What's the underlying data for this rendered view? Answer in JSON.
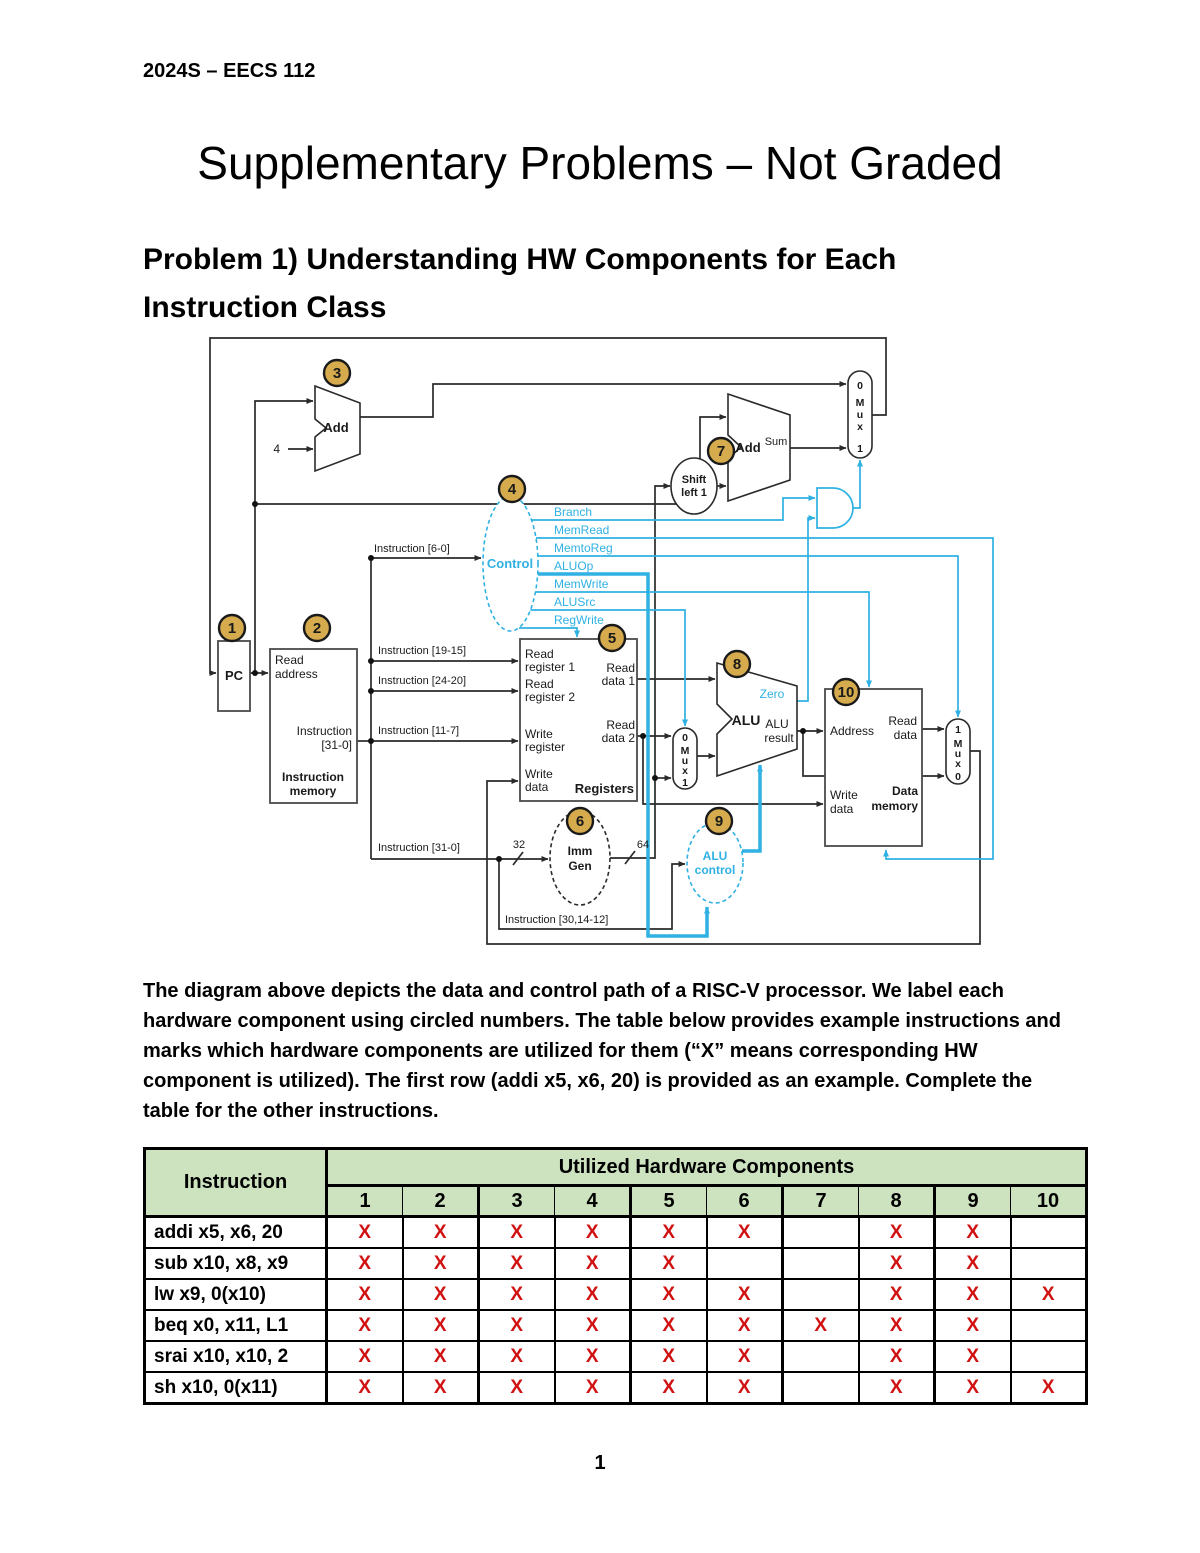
{
  "header": "2024S – EECS 112",
  "title": "Supplementary Problems – Not Graded",
  "heading": {
    "line1": "Problem 1) Understanding HW Components for Each",
    "line2": "Instruction Class"
  },
  "paragraph": "The diagram above depicts the data and control path of a RISC-V processor. We label each hardware component using circled numbers. The table below provides example instructions and marks which hardware components are utilized for them (“X” means corresponding HW component is utilized). The first row (addi x5, x6, 20) is provided as an example. Complete the table for the other instructions.",
  "page_number": "1",
  "colors": {
    "control_blue": "#2fb1e3",
    "badge_gold": "#d5ab4e",
    "x_red": "#d01212",
    "table_header_green": "#cde3c0"
  },
  "diagram": {
    "badges": [
      "1",
      "2",
      "3",
      "4",
      "5",
      "6",
      "7",
      "8",
      "9",
      "10"
    ],
    "pc": "PC",
    "four": "4",
    "imem": {
      "l1": "Read",
      "l2": "address",
      "l3": "Instruction",
      "l4": "[31-0]",
      "l5": "Instruction",
      "l6": "memory"
    },
    "add3": "Add",
    "add7": {
      "add": "Add",
      "sum": "Sum"
    },
    "shift": {
      "l1": "Shift",
      "l2": "left 1"
    },
    "control": "Control",
    "signals": [
      "Branch",
      "MemRead",
      "MemtoReg",
      "ALUOp",
      "MemWrite",
      "ALUSrc",
      "RegWrite"
    ],
    "taps": {
      "i6": "Instruction [6-0]",
      "i19": "Instruction [19-15]",
      "i24": "Instruction [24-20]",
      "i11": "Instruction [11-7]",
      "i31": "Instruction [31-0]",
      "i30": "Instruction [30,14-12]"
    },
    "regs": {
      "rr1a": "Read",
      "rr1b": "register 1",
      "rd1a": "Read",
      "rd1b": "data 1",
      "rr2a": "Read",
      "rr2b": "register 2",
      "wra": "Write",
      "wrb": "register",
      "rd2a": "Read",
      "rd2b": "data 2",
      "wda": "Write",
      "wdb": "data",
      "name": "Registers"
    },
    "immgen": {
      "l1": "Imm",
      "l2": "Gen",
      "win": "32",
      "wout": "64"
    },
    "aluctl": {
      "l1": "ALU",
      "l2": "control"
    },
    "alu": {
      "name": "ALU",
      "resa": "ALU",
      "resb": "result",
      "zero": "Zero"
    },
    "dmem": {
      "address": "Address",
      "rda": "Read",
      "rdb": "data",
      "wda": "Write",
      "wdb": "data",
      "na": "Data",
      "nb": "memory"
    },
    "mux_top": [
      "0",
      "M",
      "u",
      "x",
      "1"
    ],
    "mux_mid": [
      "0",
      "M",
      "u",
      "x",
      "1"
    ],
    "mux_right": [
      "1",
      "M",
      "u",
      "x",
      "0"
    ]
  },
  "table": {
    "instruction_header": "Instruction",
    "components_header": "Utilized Hardware Components",
    "component_columns": [
      "1",
      "2",
      "3",
      "4",
      "5",
      "6",
      "7",
      "8",
      "9",
      "10"
    ],
    "rows": [
      {
        "instruction": "addi x5, x6, 20",
        "marks": [
          "X",
          "X",
          "X",
          "X",
          "X",
          "X",
          "",
          "X",
          "X",
          ""
        ]
      },
      {
        "instruction": "sub x10, x8, x9",
        "marks": [
          "X",
          "X",
          "X",
          "X",
          "X",
          "",
          "",
          "X",
          "X",
          ""
        ]
      },
      {
        "instruction": "lw x9, 0(x10)",
        "marks": [
          "X",
          "X",
          "X",
          "X",
          "X",
          "X",
          "",
          "X",
          "X",
          "X"
        ]
      },
      {
        "instruction": "beq x0, x11, L1",
        "marks": [
          "X",
          "X",
          "X",
          "X",
          "X",
          "X",
          "X",
          "X",
          "X",
          ""
        ]
      },
      {
        "instruction": "srai x10, x10, 2",
        "marks": [
          "X",
          "X",
          "X",
          "X",
          "X",
          "X",
          "",
          "X",
          "X",
          ""
        ]
      },
      {
        "instruction": "sh x10, 0(x11)",
        "marks": [
          "X",
          "X",
          "X",
          "X",
          "X",
          "X",
          "",
          "X",
          "X",
          "X"
        ]
      }
    ]
  }
}
